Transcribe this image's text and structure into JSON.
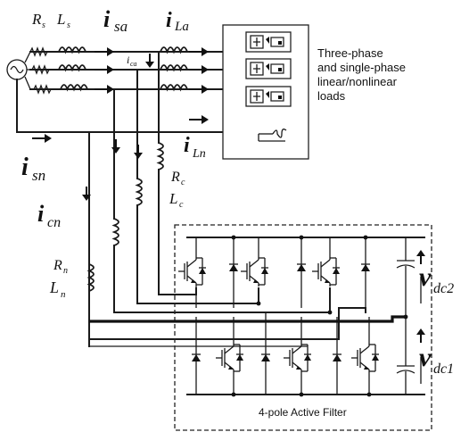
{
  "labels": {
    "source_r": "R",
    "source_r_sub": "s",
    "source_l": "L",
    "source_l_sub": "s",
    "i_sa": "i",
    "i_sa_sub": "sa",
    "i_la": "i",
    "i_la_sub": "La",
    "i_ca": "i",
    "i_ca_sub": "ca",
    "i_sn": "i",
    "i_sn_sub": "sn",
    "i_ln": "i",
    "i_ln_sub": "Ln",
    "r_c": "R",
    "r_c_sub": "c",
    "l_c": "L",
    "l_c_sub": "c",
    "i_cn": "i",
    "i_cn_sub": "cn",
    "r_n": "R",
    "r_n_sub": "n",
    "l_n": "L",
    "l_n_sub": "n",
    "v_dc2": "v",
    "v_dc2_sub": "dc2",
    "v_dc1": "v",
    "v_dc1_sub": "dc1",
    "loads_line1": "Three-phase",
    "loads_line2": "and single-phase",
    "loads_line3": "linear/nonlinear",
    "loads_line4": "loads",
    "filter_title": "4-pole Active Filter"
  }
}
